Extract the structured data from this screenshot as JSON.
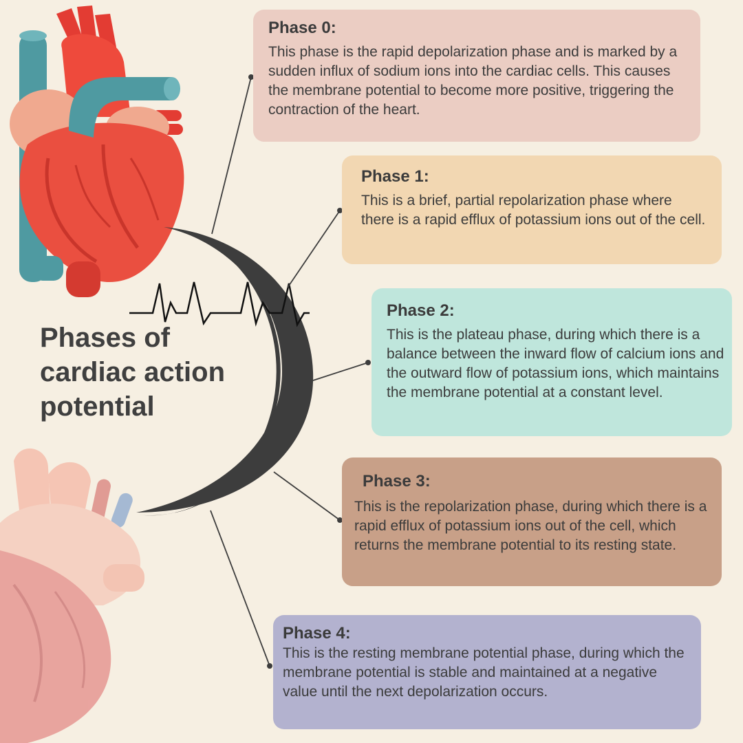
{
  "title_lines": [
    "Phases of",
    "cardiac action",
    "potential"
  ],
  "phases": [
    {
      "label": "Phase 0:",
      "text": "This phase is the rapid depolarization phase and is marked by a sudden influx of sodium ions into the cardiac cells. This causes the membrane potential to become more positive, triggering the contraction of the heart.",
      "color": "#ebcdc3"
    },
    {
      "label": "Phase 1:",
      "text": "This is a brief, partial repolarization phase where there is a rapid efflux of potassium ions out of the cell.",
      "color": "#f2d7b2"
    },
    {
      "label": "Phase 2:",
      "text": "This is the plateau phase, during which there is a balance between the inward flow of calcium ions and the outward flow of potassium ions, which maintains the membrane potential at a constant level.",
      "color": "#bfe6dc"
    },
    {
      "label": "Phase 3:",
      "text": "This is the repolarization phase, during which there is a rapid efflux of potassium ions out of the cell, which returns the membrane potential to its resting state.",
      "color": "#c8a088"
    },
    {
      "label": "Phase 4:",
      "text": "This is the resting membrane potential phase, during which the membrane potential is stable and maintained at a negative value until the next depolarization occurs.",
      "color": "#b3b2cf"
    }
  ],
  "colors": {
    "background": "#f6efe2",
    "arc": "#3d3d3d",
    "heart_red": "#e94d3f",
    "vessel_teal": "#4f9aa1",
    "heart_pink": "#e7938f"
  },
  "icons": [
    "anatomical-heart-icon",
    "faded-heart-icon",
    "ecg-wave-icon"
  ]
}
